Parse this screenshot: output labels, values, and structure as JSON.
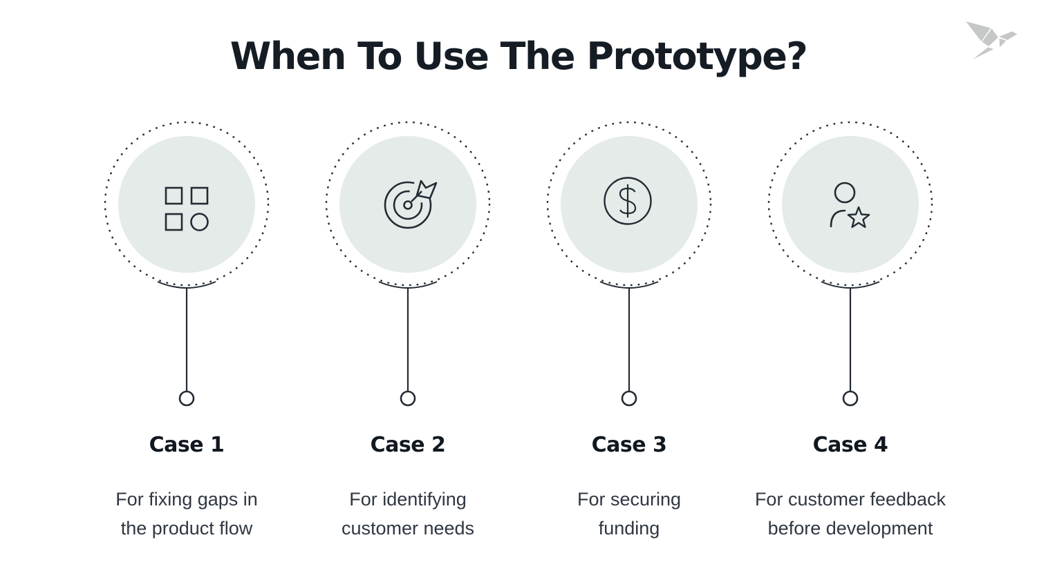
{
  "page": {
    "title": "When To Use The Prototype?"
  },
  "logo": {
    "name": "origami-bird-logo",
    "color": "#c6c8c8"
  },
  "colors": {
    "background": "#ffffff",
    "circle_fill": "#e4ebe9",
    "stroke": "#232a33",
    "title_text": "#151c24",
    "case_label_text": "#11181f",
    "description_text": "#2f3742"
  },
  "cases": [
    {
      "label": "Case 1",
      "icon": "grid-shapes-icon",
      "desc_lines": [
        "For fixing gaps in",
        "the product flow"
      ]
    },
    {
      "label": "Case 2",
      "icon": "target-arrow-icon",
      "desc_lines": [
        "For identifying",
        "customer needs"
      ]
    },
    {
      "label": "Case 3",
      "icon": "dollar-coin-icon",
      "desc_lines": [
        "For securing",
        "funding"
      ]
    },
    {
      "label": "Case 4",
      "icon": "user-star-icon",
      "desc_lines": [
        "For customer feedback",
        "before development"
      ]
    }
  ]
}
